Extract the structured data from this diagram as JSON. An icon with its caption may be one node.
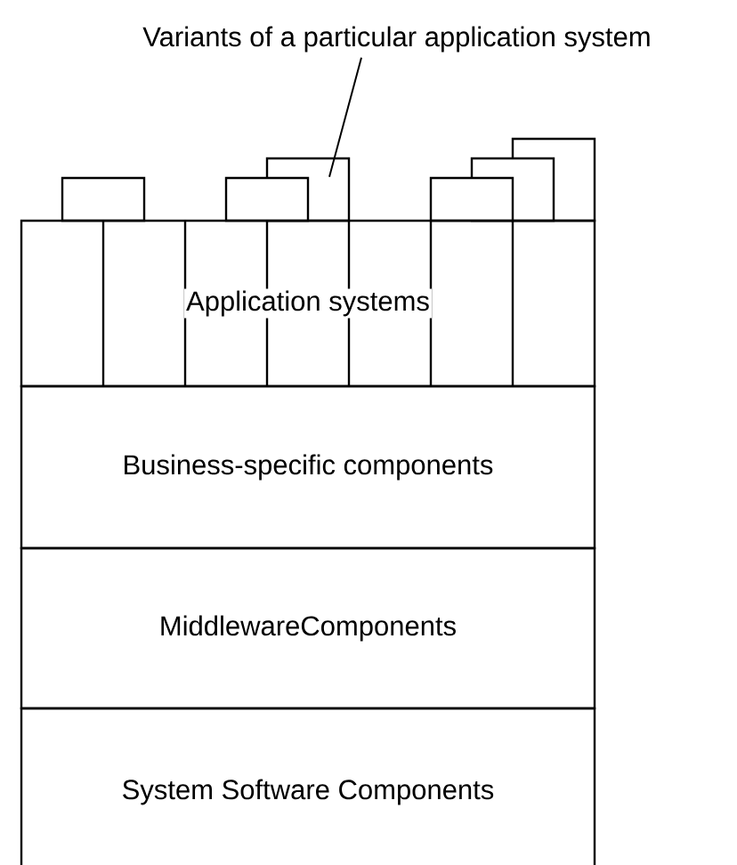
{
  "diagram": {
    "nodes": [
      {
        "text": [
          "Variants of a particular application system"
        ]
      },
      {
        "text": [],
        "shape": "box"
      },
      {
        "text": [
          "Application systems"
        ]
      },
      {
        "text": [
          "Business-specific components"
        ]
      },
      {
        "text": [
          "MiddlewareComponents"
        ]
      },
      {
        "text": [
          "System Software Components"
        ]
      }
    ],
    "edges": [
      {
        "from": 0,
        "to": 1,
        "arrow": "none"
      }
    ]
  }
}
